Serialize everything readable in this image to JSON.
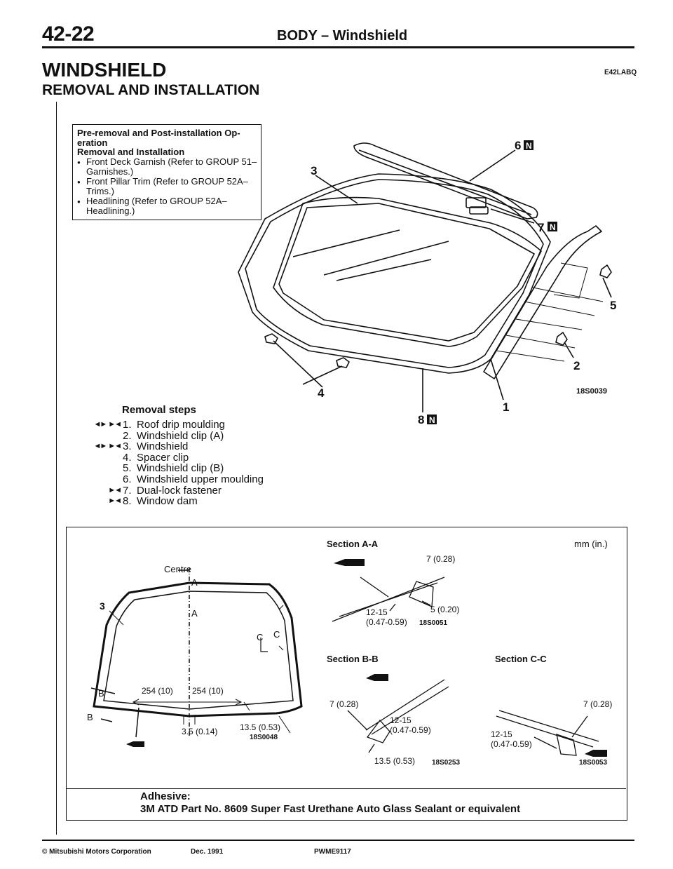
{
  "header": {
    "page_number": "42-22",
    "section_title": "BODY – Windshield"
  },
  "title": {
    "main": "WINDSHIELD",
    "code": "E42LABQ",
    "subtitle": "REMOVAL AND INSTALLATION"
  },
  "operations_box": {
    "heading1": "Pre-removal and Post-installation Op-",
    "heading1_cont": "eration",
    "heading2": "Removal and Installation",
    "items": [
      "Front Deck Garnish (Refer to GROUP 51–Garnishes.)",
      "Front Pillar Trim (Refer to GROUP 52A–Trims.)",
      "Headlining (Refer to GROUP 52A–Headlining.)"
    ]
  },
  "main_diagram": {
    "code": "18S0039",
    "callouts": {
      "c1": "1",
      "c2": "2",
      "c3": "3",
      "c4": "4",
      "c5": "5",
      "c6": "6",
      "c7": "7",
      "c8": "8"
    },
    "n_mark": "N"
  },
  "removal_steps": {
    "title": "Removal steps",
    "steps": [
      {
        "num": "1.",
        "label": "Roof drip moulding",
        "mark1": "◄►",
        "mark2": "►◄"
      },
      {
        "num": "2.",
        "label": "Windshield clip (A)",
        "mark1": "",
        "mark2": ""
      },
      {
        "num": "3.",
        "label": "Windshield",
        "mark1": "◄►",
        "mark2": "►◄"
      },
      {
        "num": "4.",
        "label": "Spacer clip",
        "mark1": "",
        "mark2": ""
      },
      {
        "num": "5.",
        "label": "Windshield clip (B)",
        "mark1": "",
        "mark2": ""
      },
      {
        "num": "6.",
        "label": "Windshield upper moulding",
        "mark1": "",
        "mark2": ""
      },
      {
        "num": "7.",
        "label": "Dual-lock fastener",
        "mark1": "",
        "mark2": "►◄"
      },
      {
        "num": "8.",
        "label": "Window dam",
        "mark1": "",
        "mark2": "►◄"
      }
    ]
  },
  "sections": {
    "units": "mm (in.)",
    "front_view": {
      "centre": "Centre",
      "label3": "3",
      "a": "A",
      "b": "B",
      "c": "C",
      "dim_left": "254 (10)",
      "dim_right": "254 (10)",
      "dim_small": "3.5 (0.14)",
      "dim_edge": "13.5 (0.53)",
      "code": "18S0048"
    },
    "section_aa": {
      "title": "Section A-A",
      "d1": "7 (0.28)",
      "d2": "5 (0.20)",
      "d3": "12-15",
      "d3b": "(0.47-0.59)",
      "code": "18S0051"
    },
    "section_bb": {
      "title": "Section B-B",
      "d1": "7 (0.28)",
      "d2": "12-15",
      "d2b": "(0.47-0.59)",
      "d3": "13.5 (0.53)",
      "code": "18S0253"
    },
    "section_cc": {
      "title": "Section C-C",
      "d1": "7 (0.28)",
      "d2": "12-15",
      "d2b": "(0.47-0.59)",
      "code": "18S0053"
    }
  },
  "adhesive": {
    "title": "Adhesive:",
    "text": "3M ATD Part No. 8609 Super Fast Urethane Auto Glass Sealant or equivalent"
  },
  "footer": {
    "corporation": "© Mitsubishi Motors Corporation",
    "date": "Dec. 1991",
    "code": "PWME9117"
  }
}
